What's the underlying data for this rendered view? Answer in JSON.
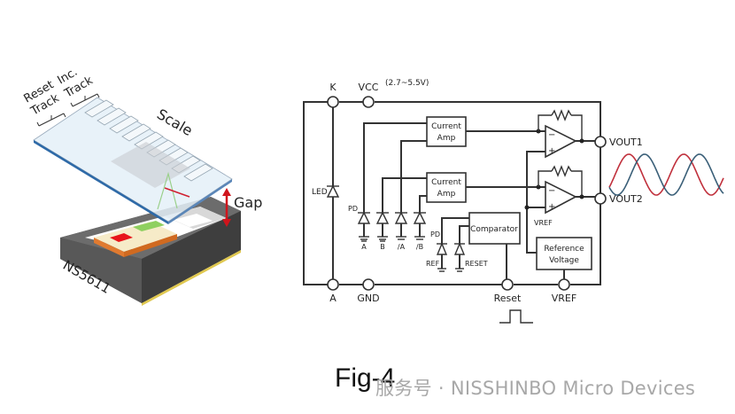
{
  "illustration": {
    "labels": {
      "reset_track": "Reset\nTrack",
      "reset_track_l1": "Reset",
      "reset_track_l2": "Track",
      "inc_track_l1": "Inc.",
      "inc_track_l2": "Track",
      "scale": "Scale",
      "gap": "Gap",
      "part": "NS5611"
    },
    "colors": {
      "scale_glass": "#e4f0f8",
      "scale_edge": "#2e6aa8",
      "package": "#5a5a5a",
      "die": "#f6ebc8",
      "die_edge": "#e07a30",
      "led": "#e8141a",
      "pd_array": "#8fd060",
      "gap_arrow": "#d0141c",
      "package_bottom": "#e0c850"
    }
  },
  "schematic": {
    "pins_top": {
      "k": "K",
      "vcc": "VCC",
      "vcc_range": "(2.7~5.5V)"
    },
    "pins_bottom": {
      "a": "A",
      "gnd": "GND",
      "reset": "Reset",
      "vref": "VREF"
    },
    "pins_right": {
      "vout1": "VOUT1",
      "vout2": "VOUT2"
    },
    "blocks": {
      "current_amp_1_l1": "Current",
      "current_amp_1_l2": "Amp",
      "current_amp_2_l1": "Current",
      "current_amp_2_l2": "Amp",
      "comparator": "Comparator",
      "reference_voltage_l1": "Reference",
      "reference_voltage_l2": "Voltage"
    },
    "labels": {
      "led": "LED",
      "pd_main": "PD",
      "pd_ref": "PD",
      "diode_a": "A",
      "diode_b": "B",
      "diode_na": "/A",
      "diode_nb": "/B",
      "ref": "REF",
      "reset_diode": "RESET",
      "vref_internal": "VREF",
      "opamp_minus": "−",
      "opamp_plus": "+"
    },
    "waveform_colors": {
      "vout1": "#c0303c",
      "vout2": "#3a5f78"
    }
  },
  "caption": "Fig-4",
  "watermark": "服务号 · NISSHINBO Micro Devices"
}
